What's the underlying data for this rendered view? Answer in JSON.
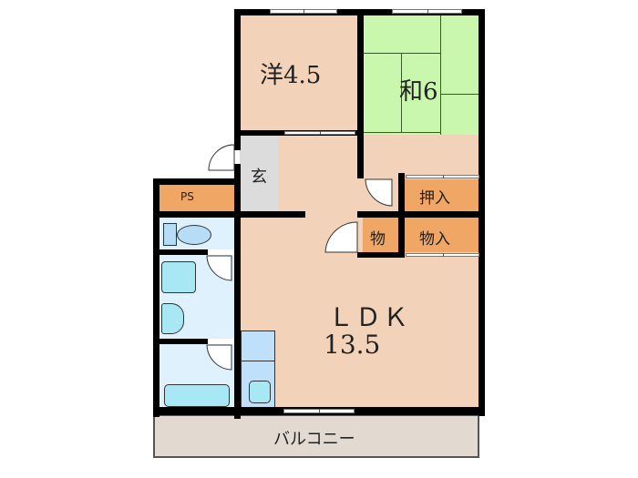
{
  "floorplan": {
    "colors": {
      "western_room": "#f2d3b9",
      "japanese_room": "#c8f7ad",
      "storage": "#f0a664",
      "entrance": "#dcdcdc",
      "wet_area": "#dff1fc",
      "fixture": "#a8e8f4",
      "balcony": "#e2d9d0",
      "wall": "#000000"
    },
    "rooms": {
      "western": {
        "label": "洋4.5"
      },
      "japanese": {
        "label": "和6"
      },
      "entrance": {
        "label": "玄"
      },
      "pipe_space": {
        "label": "PS"
      },
      "closet_oshiire": {
        "label": "押入"
      },
      "storage_small": {
        "label": "物"
      },
      "storage_monoire": {
        "label": "物入"
      },
      "ldk": {
        "label": "ＬＤＫ",
        "area": "13.5"
      },
      "balcony": {
        "label": "バルコニー"
      }
    },
    "fixtures": [
      "toilet",
      "washbasin",
      "washing-machine-pan",
      "bathtub",
      "kitchen-sink"
    ]
  }
}
